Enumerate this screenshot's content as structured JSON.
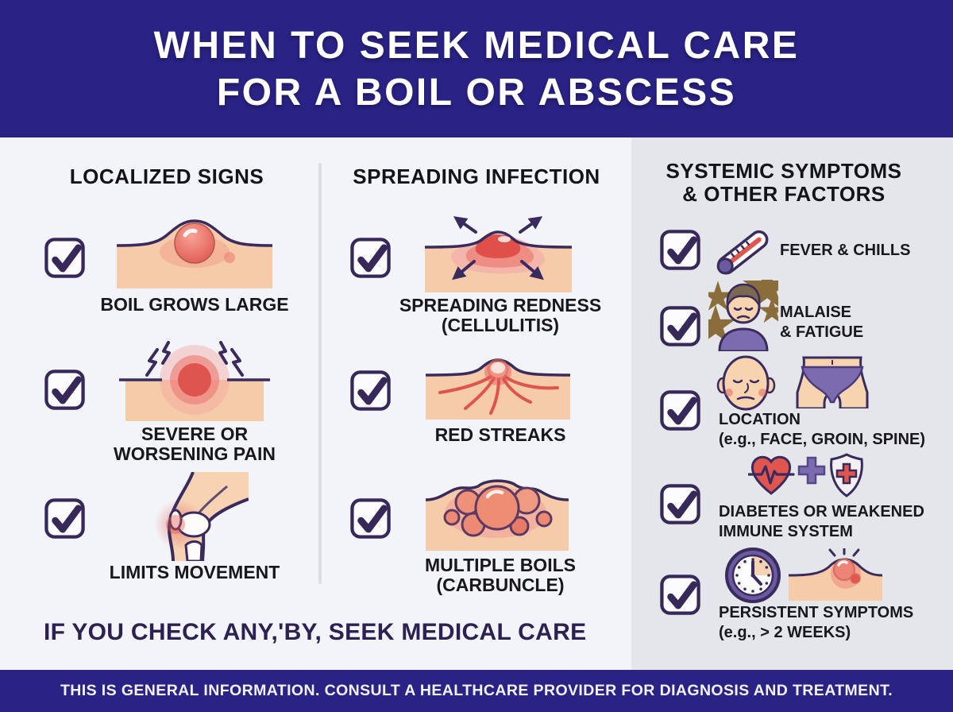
{
  "header": {
    "title_lines": [
      "WHEN TO SEEK MEDICAL CARE",
      "FOR A BOIL OR ABSCESS"
    ]
  },
  "columns": {
    "localized": {
      "title": "LOCALIZED SIGNS",
      "items": [
        {
          "checked": true,
          "icon": "boil-grows-large-icon",
          "lines": [
            "BOIL GROWS LARGE"
          ]
        },
        {
          "checked": true,
          "icon": "severe-pain-icon",
          "lines": [
            "SEVERE OR",
            "WORSENING PAIN"
          ]
        },
        {
          "checked": true,
          "icon": "limits-movement-icon",
          "lines": [
            "LIMITS MOVEMENT"
          ]
        }
      ]
    },
    "spreading": {
      "title": "SPREADING INFECTION",
      "items": [
        {
          "checked": true,
          "icon": "spreading-redness-icon",
          "lines": [
            "SPREADING REDNESS",
            "(CELLULITIS)"
          ]
        },
        {
          "checked": true,
          "icon": "red-streaks-icon",
          "lines": [
            "RED STREAKS"
          ]
        },
        {
          "checked": true,
          "icon": "multiple-boils-icon",
          "lines": [
            "MULTIPLE BOILS",
            "(CARBUNCLE)"
          ]
        }
      ]
    },
    "systemic": {
      "title_lines": [
        "SYSTEMIC SYMPTOMS",
        "& OTHER FACTORS"
      ],
      "items": [
        {
          "checked": true,
          "icon": "thermometer-icon",
          "lines": [
            "FEVER & CHILLS"
          ]
        },
        {
          "checked": true,
          "icon": "fatigued-person-icon",
          "lines": [
            "MALAISE",
            "& FATIGUE"
          ]
        },
        {
          "checked": true,
          "icon": "face-groin-icons",
          "lines": [
            "LOCATION",
            "(e.g., FACE, GROIN, SPINE)"
          ]
        },
        {
          "checked": true,
          "icon": "heart-plus-shield-icons",
          "lines": [
            "DIABETES OR WEAKENED",
            "IMMUNE SYSTEM"
          ]
        },
        {
          "checked": true,
          "icon": "clock-boil-icons",
          "lines": [
            "PERSISTENT SYMPTOMS",
            "(e.g., > 2 WEEKS)"
          ]
        }
      ]
    }
  },
  "cta_text": "IF YOU CHECK ANY,'BY, SEEK MEDICAL CARE",
  "footer_text": "THIS IS GENERAL INFORMATION. CONSULT A HEALTHCARE PROVIDER FOR DIAGNOSIS AND TREATMENT.",
  "colors": {
    "header_bg": "#2A2284",
    "body_bg": "#F3F4F8",
    "panel_bg": "#E4E6E9",
    "outline_purple": "#37285A",
    "text_dark": "#17171C",
    "cta_purple": "#2D2052",
    "boil_red": "#E0564E",
    "skin_peach": "#F6CBA9",
    "accent_purple": "#7C6BAE",
    "star_yellow": "#F5C644"
  }
}
